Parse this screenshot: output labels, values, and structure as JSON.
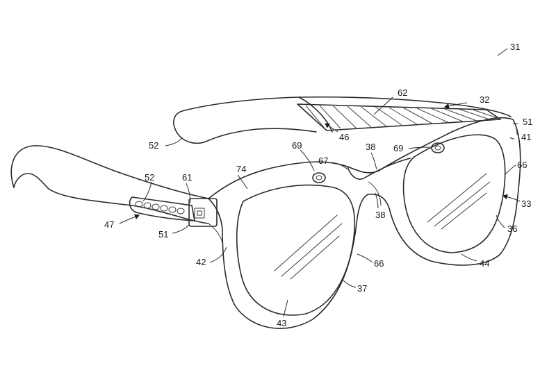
{
  "figure": {
    "labels": {
      "l31": "31",
      "l32": "32",
      "l62": "62",
      "l51_top": "51",
      "l41": "41",
      "l52_top": "52",
      "l46": "46",
      "l69_left": "69",
      "l38_top": "38",
      "l69_right": "69",
      "l66_right": "66",
      "l67": "67",
      "l74": "74",
      "l52_side": "52",
      "l61": "61",
      "l33": "33",
      "l47": "47",
      "l38_mid": "38",
      "l51_side": "51",
      "l36": "36",
      "l42": "42",
      "l66_left": "66",
      "l44": "44",
      "l37": "37",
      "l43": "43"
    }
  }
}
